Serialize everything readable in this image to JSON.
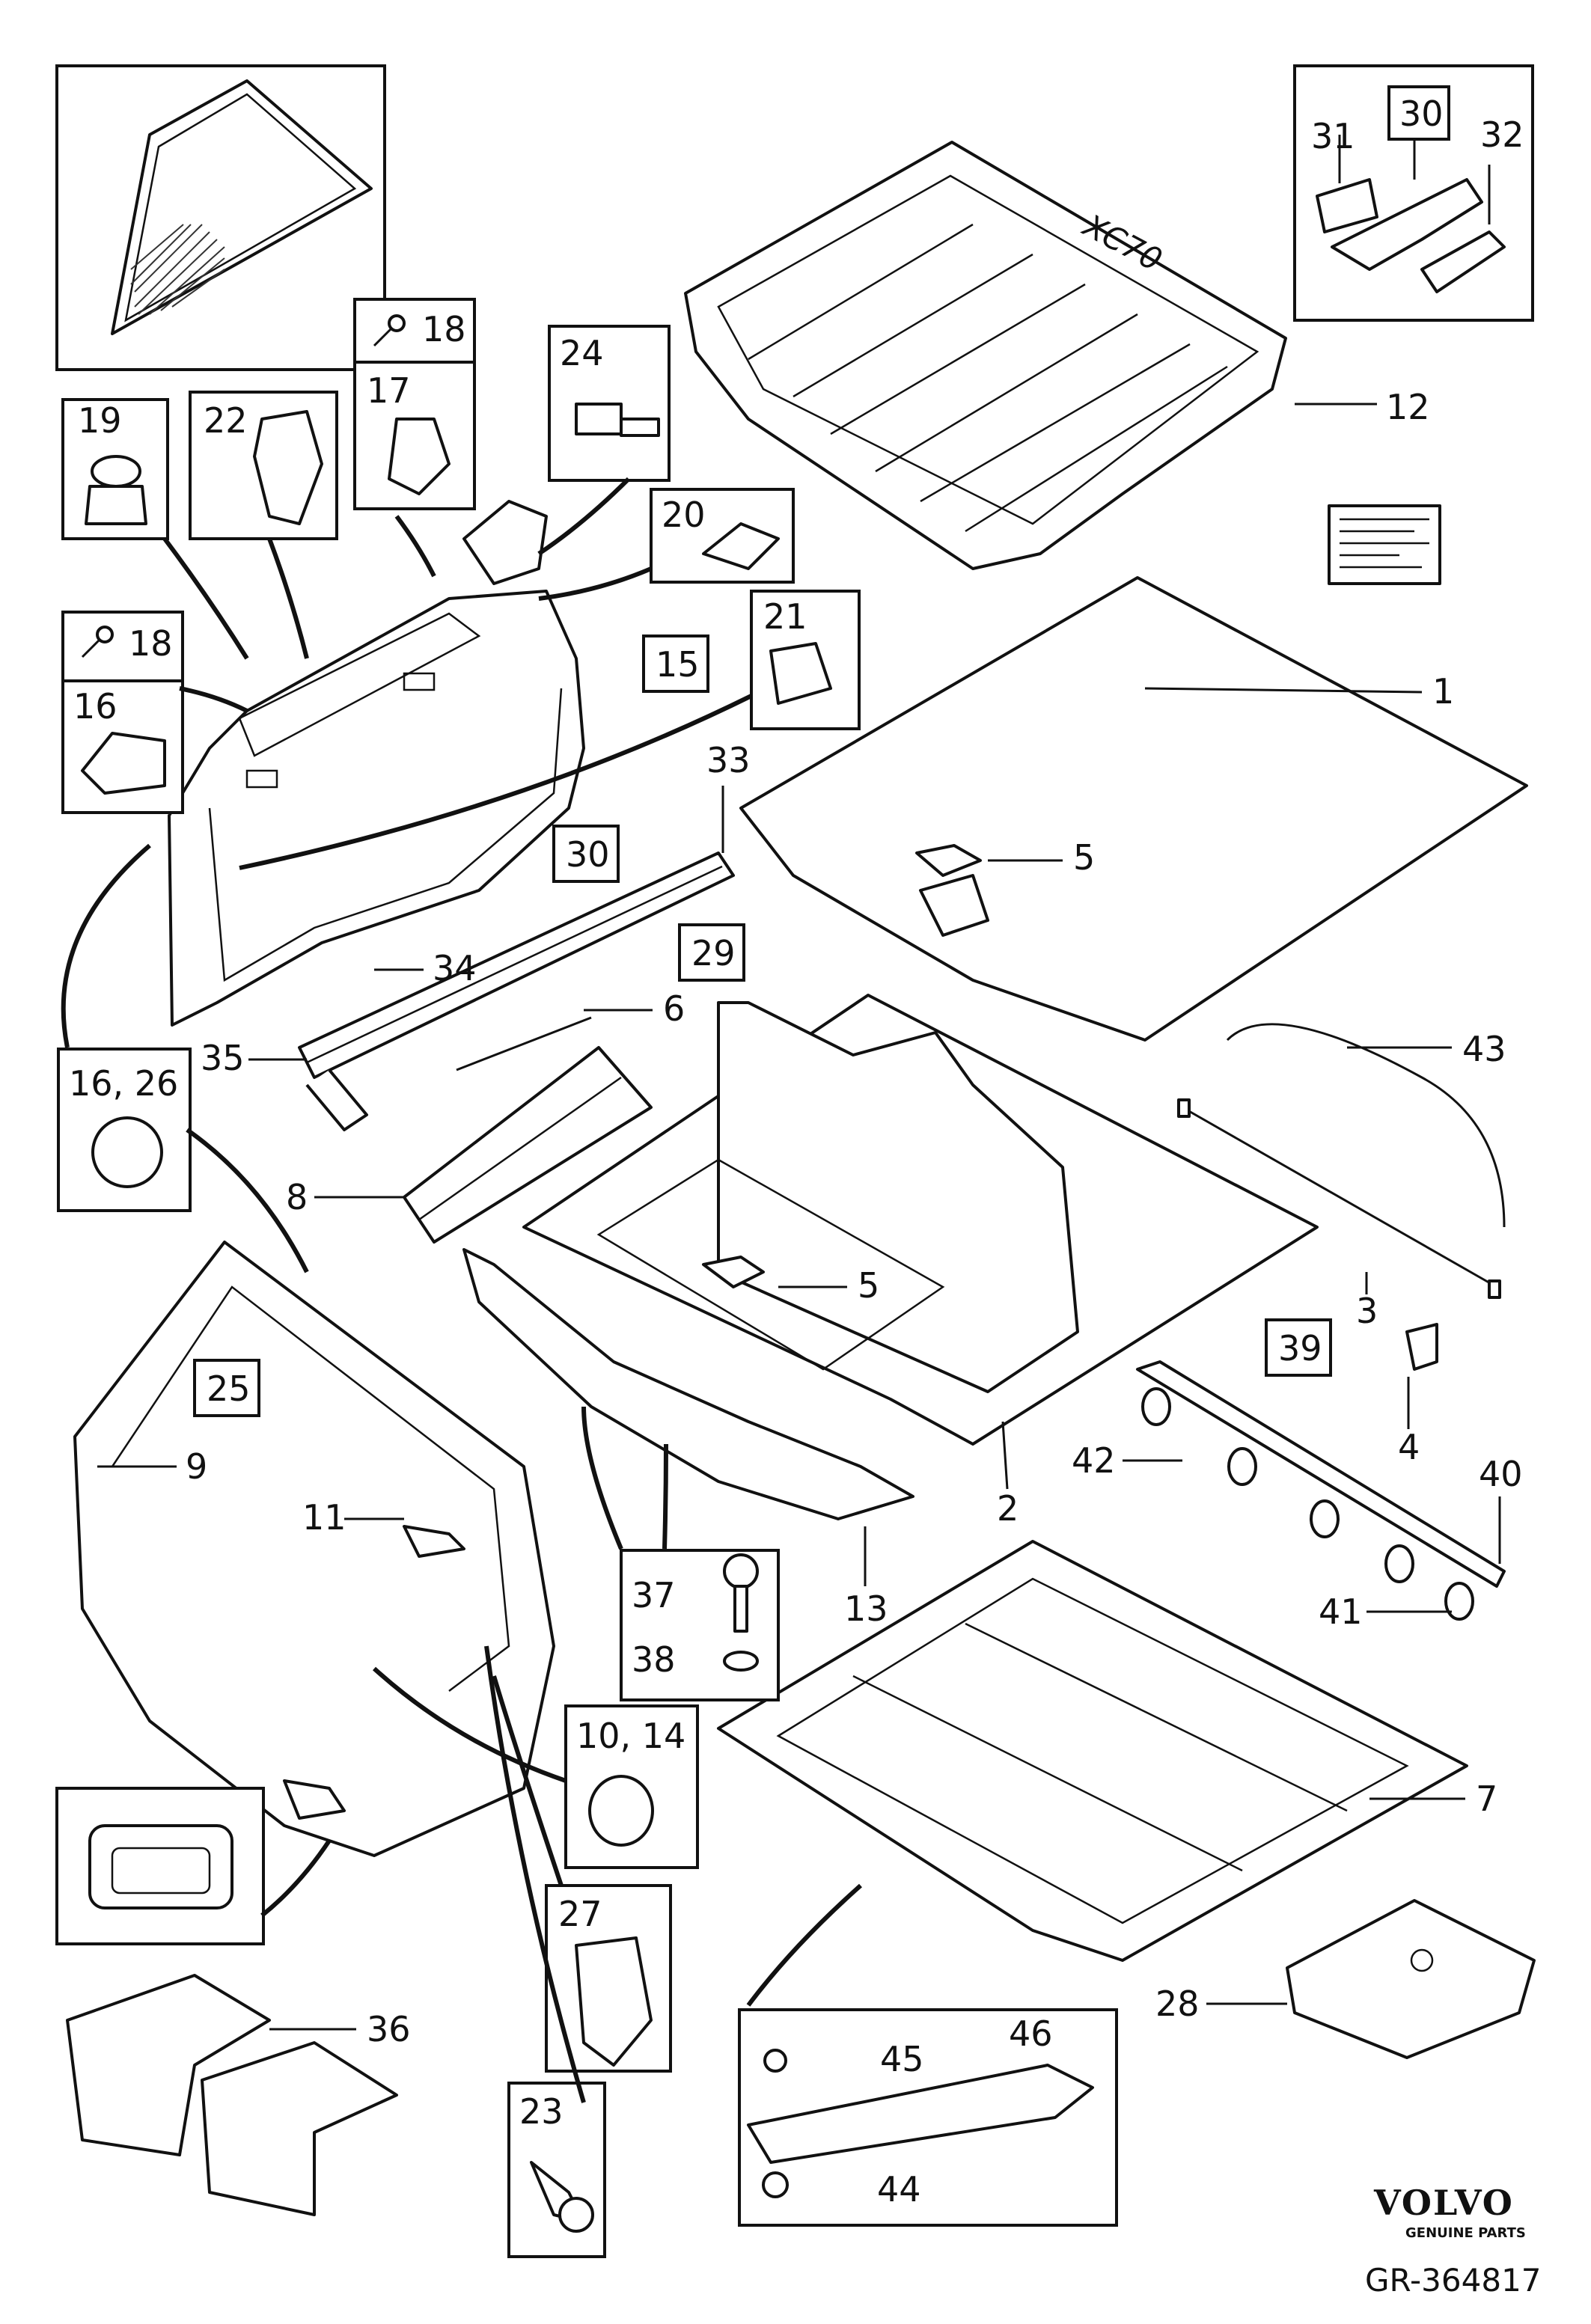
{
  "labels": {
    "p1": "1",
    "p2": "2",
    "p3": "3",
    "p4": "4",
    "p5a": "5",
    "p5b": "5",
    "p6": "6",
    "p7": "7",
    "p8": "8",
    "p9": "9",
    "p10_14": "10, 14",
    "p11": "11",
    "p12": "12",
    "p13": "13",
    "p15": "15",
    "p16": "16",
    "p16_26": "16, 26",
    "p17": "17",
    "p18a": "18",
    "p18b": "18",
    "p19": "19",
    "p20": "20",
    "p21": "21",
    "p22": "22",
    "p23": "23",
    "p24": "24",
    "p25": "25",
    "p27": "27",
    "p28": "28",
    "p29": "29",
    "p30a": "30",
    "p30b": "30",
    "p31": "31",
    "p32": "32",
    "p33": "33",
    "p34": "34",
    "p35": "35",
    "p36": "36",
    "p37": "37",
    "p38": "38",
    "p39": "39",
    "p40": "40",
    "p41": "41",
    "p42": "42",
    "p43": "43",
    "p44": "44",
    "p45": "45",
    "p46": "46"
  },
  "tray_marking": "XC70",
  "brand": {
    "name": "VOLVO",
    "tagline": "GENUINE PARTS"
  },
  "reference": "GR-364817"
}
